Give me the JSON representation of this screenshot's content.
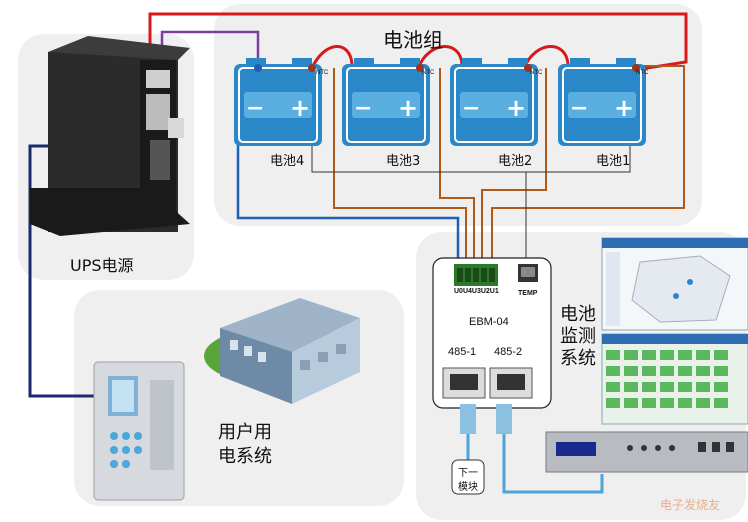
{
  "battery_group": {
    "title": "电池组",
    "batteries": [
      {
        "label": "电池4",
        "minus": "−",
        "plus": "+"
      },
      {
        "label": "电池3",
        "minus": "−",
        "plus": "+"
      },
      {
        "label": "电池2",
        "minus": "−",
        "plus": "+"
      },
      {
        "label": "电池1",
        "minus": "−",
        "plus": "+"
      }
    ],
    "ntc_tag": "NTC"
  },
  "ups": {
    "label": "UPS电源"
  },
  "user_system": {
    "label_line1": "用户用",
    "label_line2": "电系统"
  },
  "monitor": {
    "label_line1": "电池",
    "label_line2": "监测",
    "label_line3": "系统"
  },
  "ebm": {
    "model": "EBM-04",
    "terminals": "U0U4U3U2U1",
    "temp_label": "TEMP",
    "port_left": "485-1",
    "port_right": "485-2"
  },
  "next_module": {
    "line1": "下一",
    "line2": "模块"
  },
  "watermark": "电子发烧友",
  "colors": {
    "red_wire": "#d7191c",
    "purple_wire": "#7b3fa0",
    "blue_wire": "#1f5fb4",
    "brown_wire": "#b05a1a",
    "light_blue_wire": "#4aa6dc",
    "battery_blue": "#2a88c8"
  }
}
